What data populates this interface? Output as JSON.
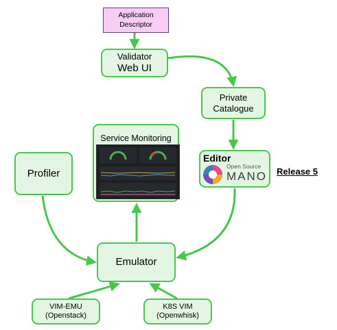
{
  "nodes": {
    "app_descriptor": {
      "line1": "Application",
      "line2": "Descriptor"
    },
    "validator": {
      "line1": "Validator",
      "line2": "Web UI"
    },
    "catalogue": {
      "line1": "Private",
      "line2": "Catalogue"
    },
    "profiler": {
      "label": "Profiler"
    },
    "monitoring": {
      "label": "Service Monitoring"
    },
    "editor": {
      "label": "Editor"
    },
    "osm_logo": {
      "small": "Open Source",
      "big": "MANO"
    },
    "emulator": {
      "label": "Emulator"
    },
    "vim_emu": {
      "line1": "VIM-EMU",
      "line2": "(Openstack)"
    },
    "k8s_vim": {
      "line1": "K8S VIM",
      "line2": "(Openwhisk)"
    }
  },
  "release_note": "Release 5",
  "colors": {
    "box_fill": "#e3f6e3",
    "box_border": "#46c84a",
    "arrow": "#46c84a",
    "descriptor_fill": "#f7cdf4",
    "descriptor_border": "#5a3d8a"
  }
}
